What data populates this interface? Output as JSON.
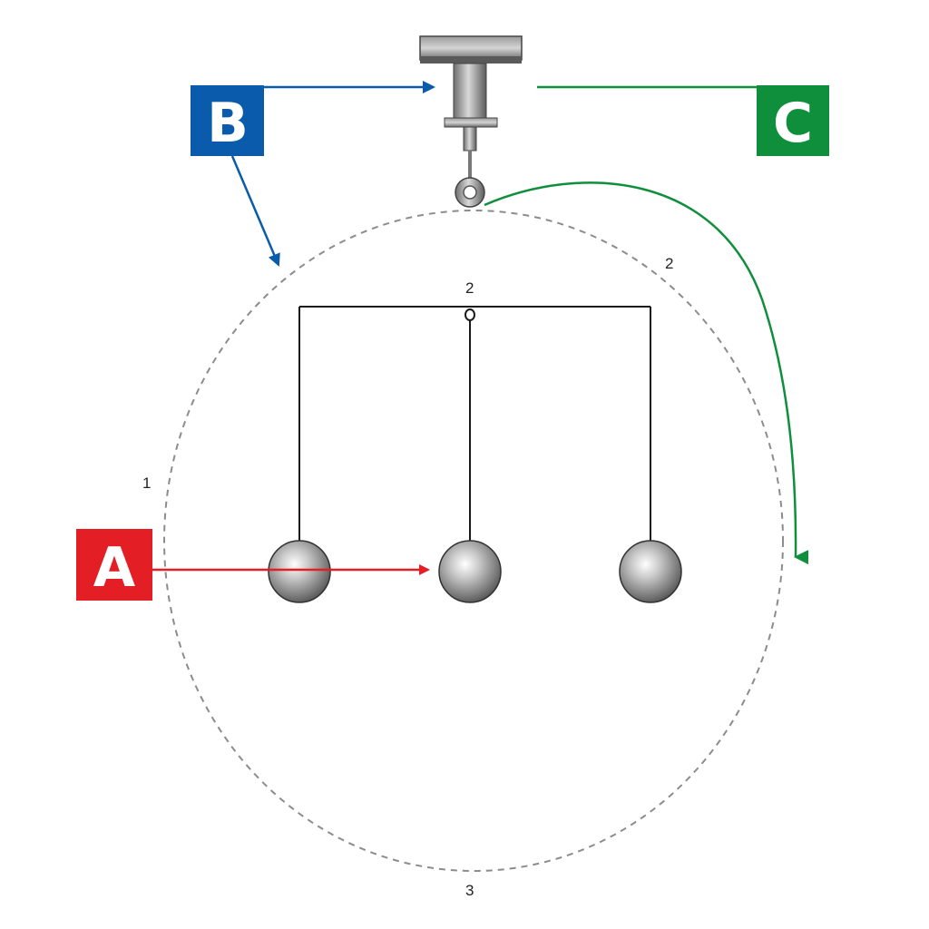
{
  "colors": {
    "badge_a": "#e31e24",
    "badge_b": "#0a5bab",
    "badge_c": "#0f8f3c",
    "outline": "#8c8c8c",
    "frame": "#1a1a1a"
  },
  "badges": {
    "a": "A",
    "b": "B",
    "c": "C"
  },
  "labels": {
    "left": "1",
    "top_right": "2",
    "frame_top": "2",
    "bottom": "3"
  },
  "icons": {
    "mount": "ceiling-mount-icon",
    "ball": "sphere-icon"
  }
}
